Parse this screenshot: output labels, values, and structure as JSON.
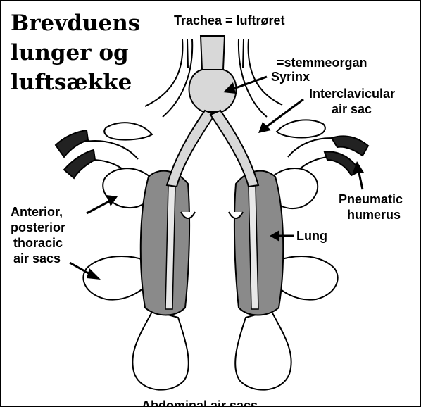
{
  "title_lines": [
    "Brevduens",
    "lunger og",
    "luftsække"
  ],
  "labels": {
    "trachea": "Trachea = luftrøret",
    "stemmeorgan": "=stemmeorgan",
    "syrinx": "Syrinx",
    "interclavicular_1": "Interclavicular",
    "interclavicular_2": "air sac",
    "pneumatic_1": "Pneumatic",
    "pneumatic_2": "humerus",
    "anterior_1": "Anterior,",
    "anterior_2": "posterior",
    "anterior_3": "thoracic",
    "anterior_4": "air sacs",
    "lung": "Lung",
    "abdominal": "Abdominal air sacs"
  },
  "colors": {
    "lung_fill": "#8a8a8a",
    "airway_fill": "#d8d8d8",
    "humerus_fill": "#222222"
  }
}
